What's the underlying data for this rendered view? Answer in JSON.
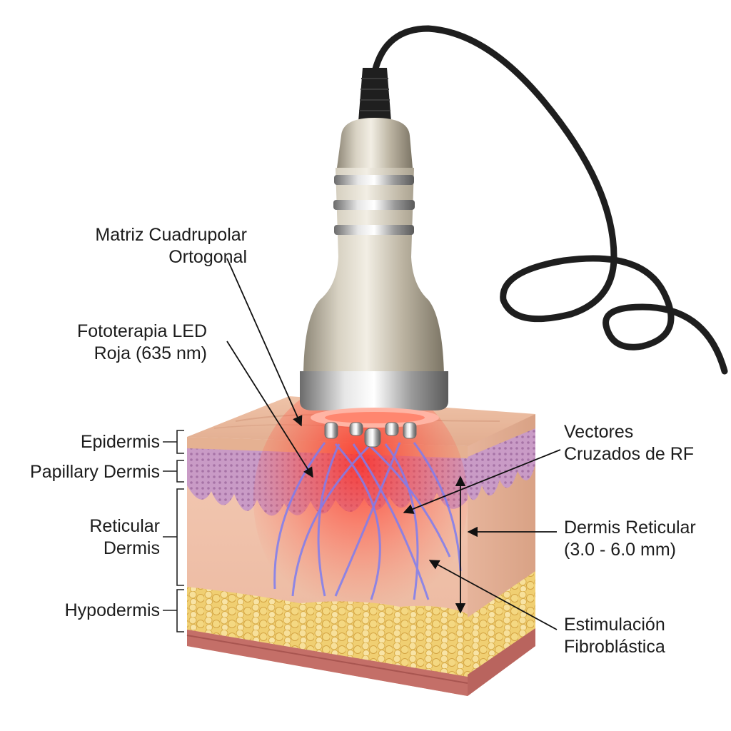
{
  "labels": {
    "matrix": {
      "line1": "Matriz Cuadrupolar",
      "line2": "Ortogonal"
    },
    "led": {
      "line1": "Fototerapia LED",
      "line2": "Roja (635 nm)"
    },
    "vectors": {
      "line1": "Vectores",
      "line2": "Cruzados de RF"
    },
    "dermis_reticular": {
      "line1": "Dermis Reticular",
      "line2": "(3.0 - 6.0 mm)"
    },
    "fibroblast": {
      "line1": "Estimulación",
      "line2": "Fibroblástica"
    }
  },
  "layers": {
    "epidermis": "Epidermis",
    "papillary": "Papillary Dermis",
    "reticular_line1": "Reticular",
    "reticular_line2": "Dermis",
    "hypodermis": "Hypodermis"
  },
  "colors": {
    "epidermis": "#e9b79c",
    "papillary": "#c79ac4",
    "dermis": "#f0c4ad",
    "fat": "#f1cf6a",
    "muscle": "#c76e67",
    "led_glow": "#ff3b30",
    "rf_vectors": "#8f8cf0",
    "device_metal": "#c9c2b2",
    "cable": "#222222"
  }
}
